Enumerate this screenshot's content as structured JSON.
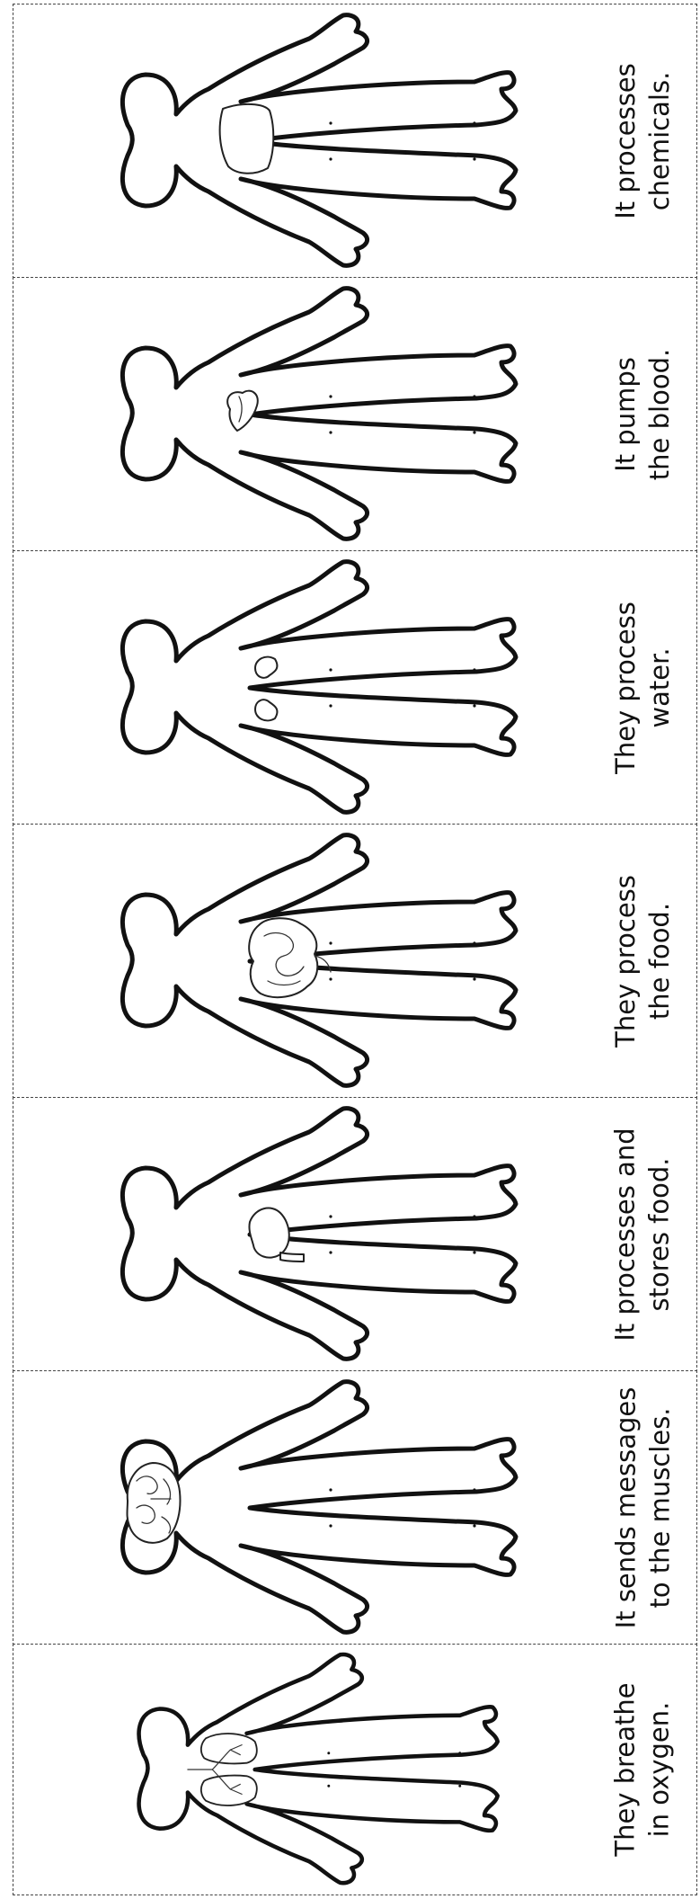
{
  "panels": [
    {
      "organ": "lungs",
      "icon": "lungs-icon",
      "caption_line1": "They breathe",
      "caption_line2": "in oxygen."
    },
    {
      "organ": "brain",
      "icon": "brain-icon",
      "caption_line1": "It sends messages",
      "caption_line2": "to the muscles."
    },
    {
      "organ": "stomach",
      "icon": "stomach-icon",
      "caption_line1": "It processes and",
      "caption_line2": "stores food."
    },
    {
      "organ": "intestines",
      "icon": "intestines-icon",
      "caption_line1": "They process",
      "caption_line2": "the food."
    },
    {
      "organ": "kidneys",
      "icon": "kidneys-icon",
      "caption_line1": "They process",
      "caption_line2": "water."
    },
    {
      "organ": "heart",
      "icon": "heart-icon",
      "caption_line1": "It pumps",
      "caption_line2": "the blood."
    },
    {
      "organ": "liver",
      "icon": "liver-icon",
      "caption_line1": "It processes",
      "caption_line2": "chemicals."
    }
  ]
}
